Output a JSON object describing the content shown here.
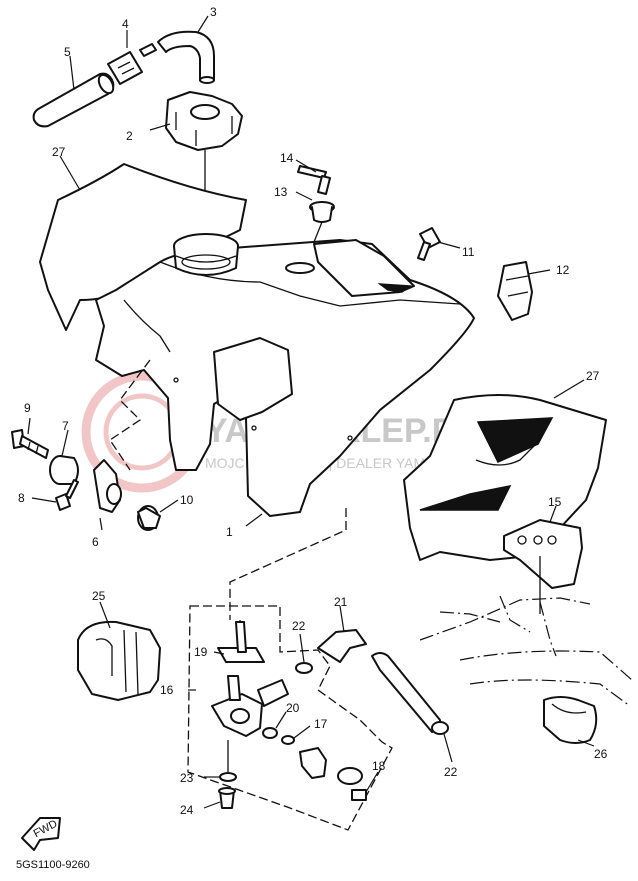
{
  "diagram": {
    "code": "5GS1100-9260",
    "fwd_label": "FWD",
    "watermark": {
      "brand": "YAMA-SKLEP.PL",
      "tagline": "MOJCIECHOWICZ | DEALER YAMAHA"
    },
    "callouts": [
      {
        "id": "c1",
        "label": "1"
      },
      {
        "id": "c2",
        "label": "2"
      },
      {
        "id": "c3",
        "label": "3"
      },
      {
        "id": "c4",
        "label": "4"
      },
      {
        "id": "c5",
        "label": "5"
      },
      {
        "id": "c6",
        "label": "6"
      },
      {
        "id": "c7",
        "label": "7"
      },
      {
        "id": "c8",
        "label": "8"
      },
      {
        "id": "c9",
        "label": "9"
      },
      {
        "id": "c10",
        "label": "10"
      },
      {
        "id": "c11",
        "label": "11"
      },
      {
        "id": "c12",
        "label": "12"
      },
      {
        "id": "c13",
        "label": "13"
      },
      {
        "id": "c14",
        "label": "14"
      },
      {
        "id": "c15",
        "label": "15"
      },
      {
        "id": "c16",
        "label": "16"
      },
      {
        "id": "c17",
        "label": "17"
      },
      {
        "id": "c18",
        "label": "18"
      },
      {
        "id": "c19",
        "label": "19"
      },
      {
        "id": "c20",
        "label": "20"
      },
      {
        "id": "c21",
        "label": "21"
      },
      {
        "id": "c22a",
        "label": "22"
      },
      {
        "id": "c22b",
        "label": "22"
      },
      {
        "id": "c23",
        "label": "23"
      },
      {
        "id": "c24",
        "label": "24"
      },
      {
        "id": "c25",
        "label": "25"
      },
      {
        "id": "c26",
        "label": "26"
      },
      {
        "id": "c27a",
        "label": "27"
      },
      {
        "id": "c27b",
        "label": "27"
      }
    ]
  }
}
